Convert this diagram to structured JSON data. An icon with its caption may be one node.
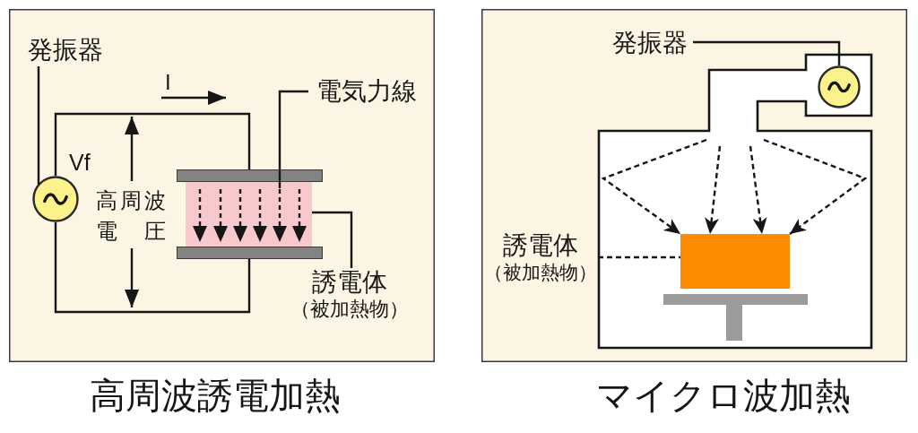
{
  "diagram": {
    "nodes": [
      {
        "text": [
          "高周波誘電加熱"
        ]
      },
      {
        "text": [
          "発振器"
        ],
        "in": 0
      },
      {
        "text": [],
        "shape": "circle",
        "in": 0
      },
      {
        "text": [],
        "shape": "bar",
        "in": 0
      },
      {
        "text": [],
        "shape": "box",
        "in": 0
      },
      {
        "text": [],
        "shape": "picture",
        "in": 4
      },
      {
        "text": [],
        "shape": "bar",
        "in": 0
      },
      {
        "text": [
          "電気力線"
        ],
        "in": 0
      },
      {
        "text": [
          "誘電体",
          "（被加熱物）"
        ],
        "in": 0
      },
      {
        "text": [
          "マイクロ波加熱"
        ]
      },
      {
        "text": [
          "発振器"
        ],
        "in": 9
      },
      {
        "text": [],
        "shape": "circle",
        "in": 9
      },
      {
        "text": [],
        "shape": "box",
        "in": 9
      },
      {
        "text": [
          "誘電体",
          "（被加熱物）"
        ],
        "in": 9
      }
    ],
    "edges": [
      {
        "from": 1,
        "to": 2,
        "arrow": "none"
      },
      {
        "from": 2,
        "to": 3,
        "arrow": "none"
      },
      {
        "from": 2,
        "to": 6,
        "arrow": "none"
      },
      {
        "from": 7,
        "to": 5,
        "arrow": "none"
      },
      {
        "from": 8,
        "to": 4,
        "arrow": "none"
      },
      {
        "from": 10,
        "to": 11,
        "arrow": "none"
      },
      {
        "from": 13,
        "to": 12,
        "arrow": "none",
        "style": "dashed"
      },
      {
        "from": null,
        "to": 12,
        "arrow": "to",
        "style": "dashed"
      },
      {
        "from": null,
        "to": 12,
        "arrow": "to",
        "style": "dashed"
      },
      {
        "from": null,
        "to": 12,
        "arrow": "to",
        "style": "dashed"
      },
      {
        "from": null,
        "to": 12,
        "arrow": "to",
        "style": "dashed"
      }
    ],
    "labels": [
      "I",
      "Vf",
      "高周波電圧"
    ]
  }
}
